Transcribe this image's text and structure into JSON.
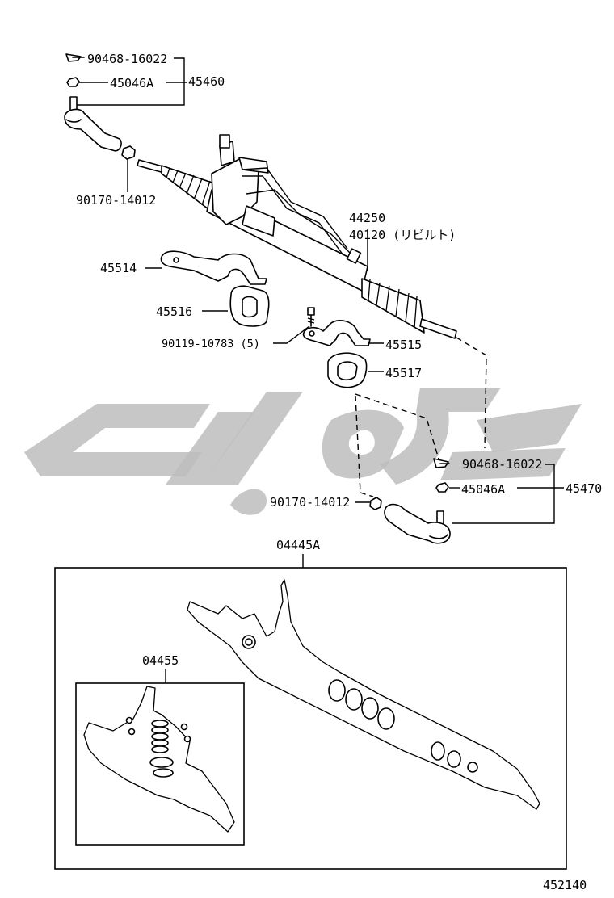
{
  "diagram_code": "452140",
  "parts": {
    "split_pin_upper": "90468-16022",
    "nut_upper": "45046A",
    "tie_rod_end_lh": "45460",
    "lock_nut_upper": "90170-14012",
    "gear_assy_label_1": "44250",
    "gear_assy_label_2": "40120 (リビルト)",
    "bracket_1": "45514",
    "grommet_1": "45516",
    "bolt": "90119-10783 (5)",
    "bracket_2": "45515",
    "grommet_2": "45517",
    "split_pin_lower": "90468-16022",
    "nut_lower": "45046A",
    "tie_rod_end_rh": "45470",
    "lock_nut_lower": "90170-14012",
    "gasket_kit": "04445A",
    "seal_kit": "04455"
  },
  "colors": {
    "line": "#000000",
    "watermark": "#bdbdbd"
  }
}
